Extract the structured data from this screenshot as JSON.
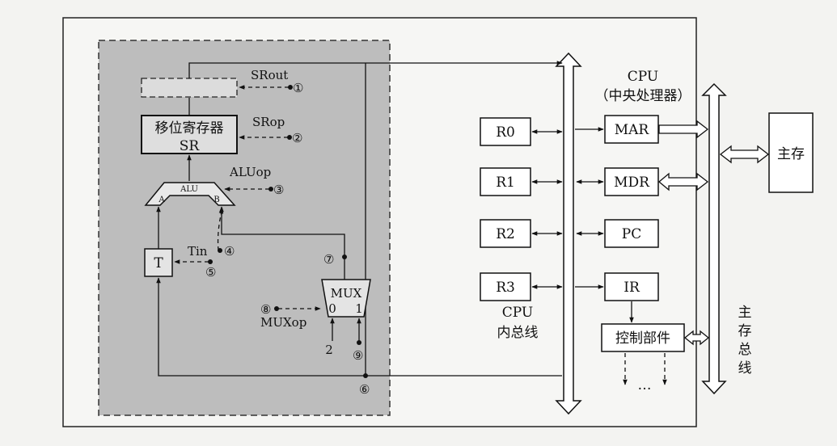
{
  "datapath": {
    "sr_label_line1": "移位寄存器",
    "sr_label_line2": "SR",
    "alu_label": "ALU",
    "alu_in_a": "A",
    "alu_in_b": "B",
    "t_label": "T",
    "mux_label": "MUX",
    "mux_in0": "0",
    "mux_in1": "1",
    "mux_const": "2",
    "signals": {
      "srout": "SRout",
      "srop": "SRop",
      "aluop": "ALUop",
      "tin": "Tin",
      "muxop": "MUXop"
    },
    "markers": [
      "①",
      "②",
      "③",
      "④",
      "⑤",
      "⑥",
      "⑦",
      "⑧",
      "⑨"
    ]
  },
  "cpu": {
    "title_line1": "CPU",
    "title_line2": "（中央处理器）",
    "registers": [
      "R0",
      "R1",
      "R2",
      "R3"
    ],
    "right_units": [
      "MAR",
      "MDR",
      "PC",
      "IR"
    ],
    "control_unit": "控制部件",
    "ellipsis": "…",
    "internal_bus_line1": "CPU",
    "internal_bus_line2": "内总线",
    "main_bus_chars": [
      "主",
      "存",
      "总",
      "线"
    ],
    "memory": "主存"
  }
}
